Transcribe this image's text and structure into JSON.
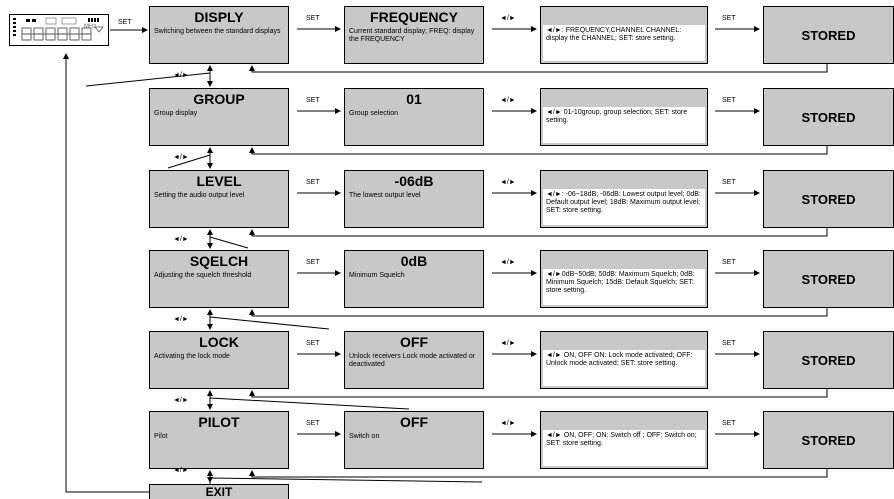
{
  "labels": {
    "set": "SET",
    "nav": "◄/►",
    "stored": "STORED",
    "exit": "EXIT",
    "device_unit": "MHz"
  },
  "rows": [
    {
      "menu_title": "DISPLY",
      "menu_desc": "Switching between the standard displays",
      "value_title": "FREQUENCY",
      "value_desc": "Current standard display; FREQ: display the FREQUENCY",
      "info_desc": "◄/►: FREQUENCY,CHANNEL CHANNEL: display the CHANNEL; SET: store setting."
    },
    {
      "menu_title": "GROUP",
      "menu_desc": "Group display",
      "value_title": "01",
      "value_desc": "Group selection",
      "info_desc": "◄/► 01-10group, group selection; SET: store setting."
    },
    {
      "menu_title": "LEVEL",
      "menu_desc": "Setting the audio output level",
      "value_title": "-06dB",
      "value_desc": "The lowest output level",
      "info_desc": "◄/►: -06~18dB; -06dB: Lowest output level; 0dB: Default output level; 18dB: Maximum output level; SET: store setting."
    },
    {
      "menu_title": "SQELCH",
      "menu_desc": "Adjusting the squelch threshold",
      "value_title": "0dB",
      "value_desc": "Minimum Squelch",
      "info_desc": "◄/►0dB~50dB; 50dB: Maximum Squelch; 0dB: Minimum Squelch; 15dB: Default Squelch; SET: store setting."
    },
    {
      "menu_title": "LOCK",
      "menu_desc": "Activating the lock mode",
      "value_title": "OFF",
      "value_desc": "Unlock receivers Lock mode activated or deactivated",
      "info_desc": "◄/► ON, OFF ON: Lock mode activated; OFF: Unlock mode activated; SET: store setting."
    },
    {
      "menu_title": "PILOT",
      "menu_desc": "Pilot",
      "value_title": "OFF",
      "value_desc": "Switch on",
      "info_desc": "◄/► ON, OFF; ON: Switch off ; OFF: Switch on; SET: store setting."
    }
  ]
}
